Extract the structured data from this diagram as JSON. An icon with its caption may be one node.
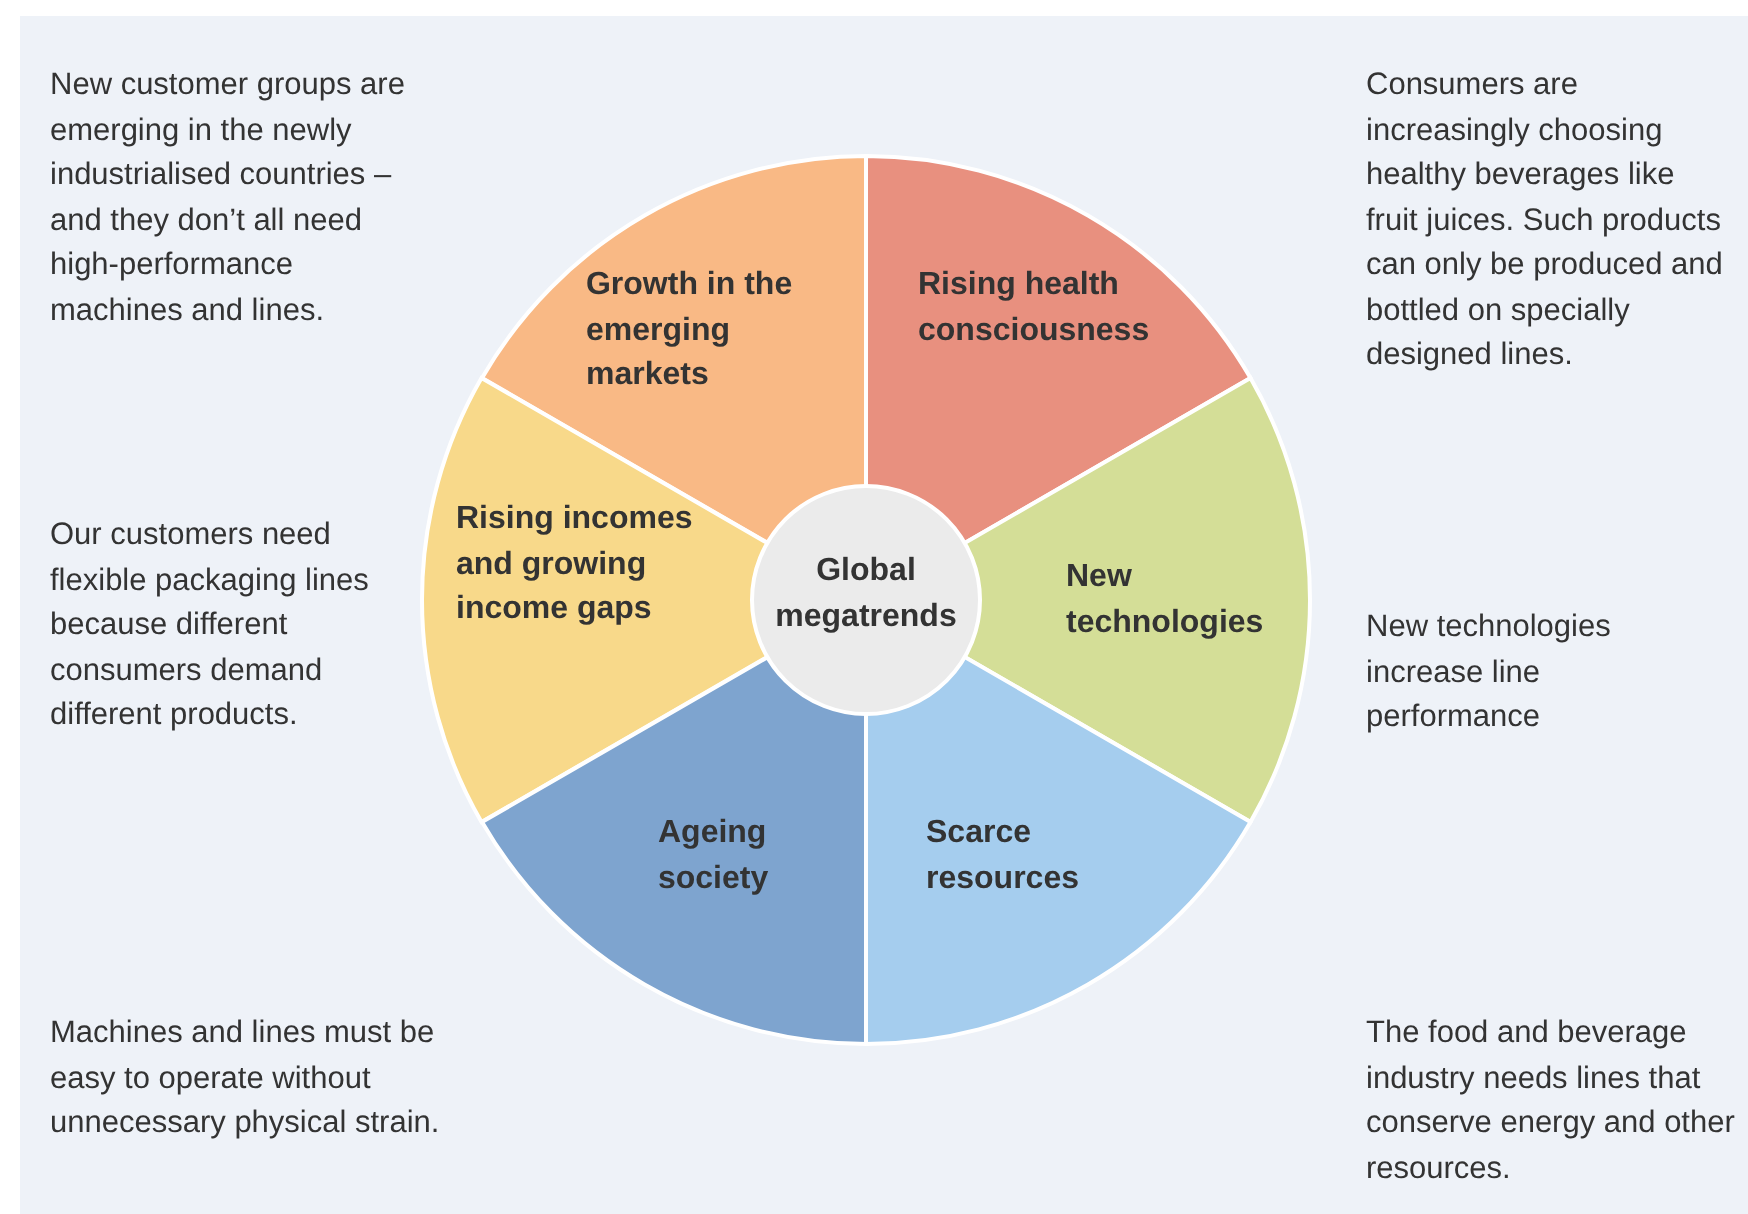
{
  "diagram": {
    "nodes": [
      {
        "text": [
          "Growth in the emerging markets"
        ]
      },
      {
        "text": [
          "Rising health consciousness"
        ]
      },
      {
        "text": [
          "Rising incomes and growing income gaps"
        ]
      },
      {
        "text": [
          "Global megatrends"
        ]
      },
      {
        "text": [
          "New technologies"
        ]
      },
      {
        "text": [
          "Ageing society"
        ]
      },
      {
        "text": [
          "Scarce resources"
        ]
      }
    ],
    "edges": [],
    "labels": [
      "New customer groups are emerging in the newly industrialised countries – and they don’t all need high-performance machines and lines.",
      "Consumers are increasingly choosing healthy beverages like fruit juices. Such products can only be produced and bottled on specially designed lines.",
      "Our customers need flexible packaging lines because different consumers demand different products.",
      "New technologies increase line performance",
      "Machines and lines must be easy to operate without unnecessary physical strain.",
      "The food and beverage industry needs lines that conserve energy and other resources."
    ]
  }
}
